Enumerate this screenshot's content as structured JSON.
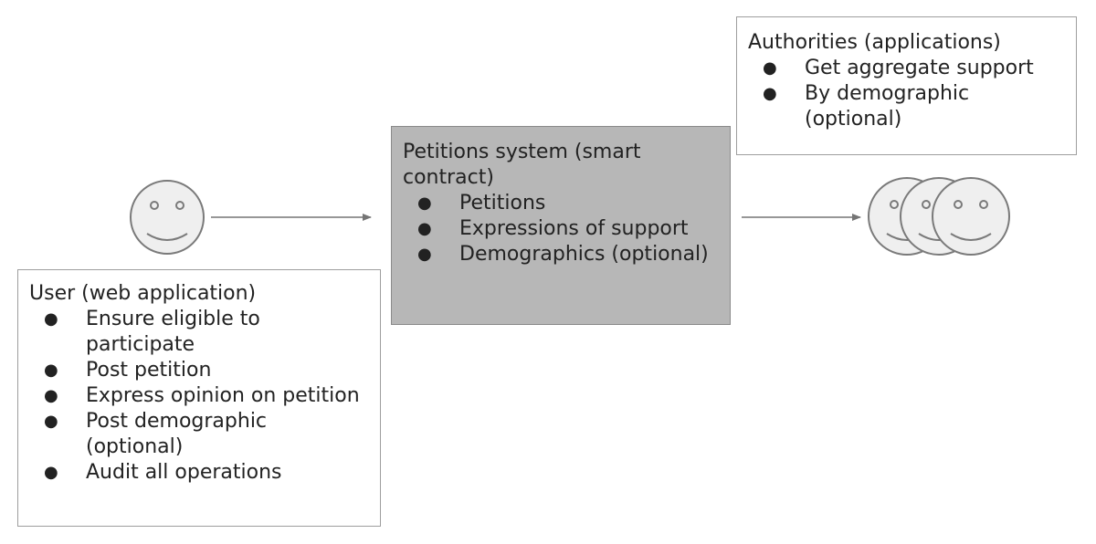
{
  "diagram": {
    "user": {
      "title": "User (web application)",
      "items": [
        "Ensure eligible to participate",
        "Post petition",
        "Express opinion on petition",
        "Post demographic (optional)",
        "Audit all operations"
      ]
    },
    "system": {
      "title": "Petitions system (smart contract)",
      "items": [
        "Petitions",
        "Expressions of support",
        "Demographics (optional)"
      ]
    },
    "authorities": {
      "title": "Authorities (applications)",
      "items": [
        "Get aggregate support",
        "By demographic (optional)"
      ]
    },
    "colors": {
      "system_fill": "#b7b7b7",
      "face_fill": "#efefef",
      "stroke": "#7a7a7a"
    }
  }
}
